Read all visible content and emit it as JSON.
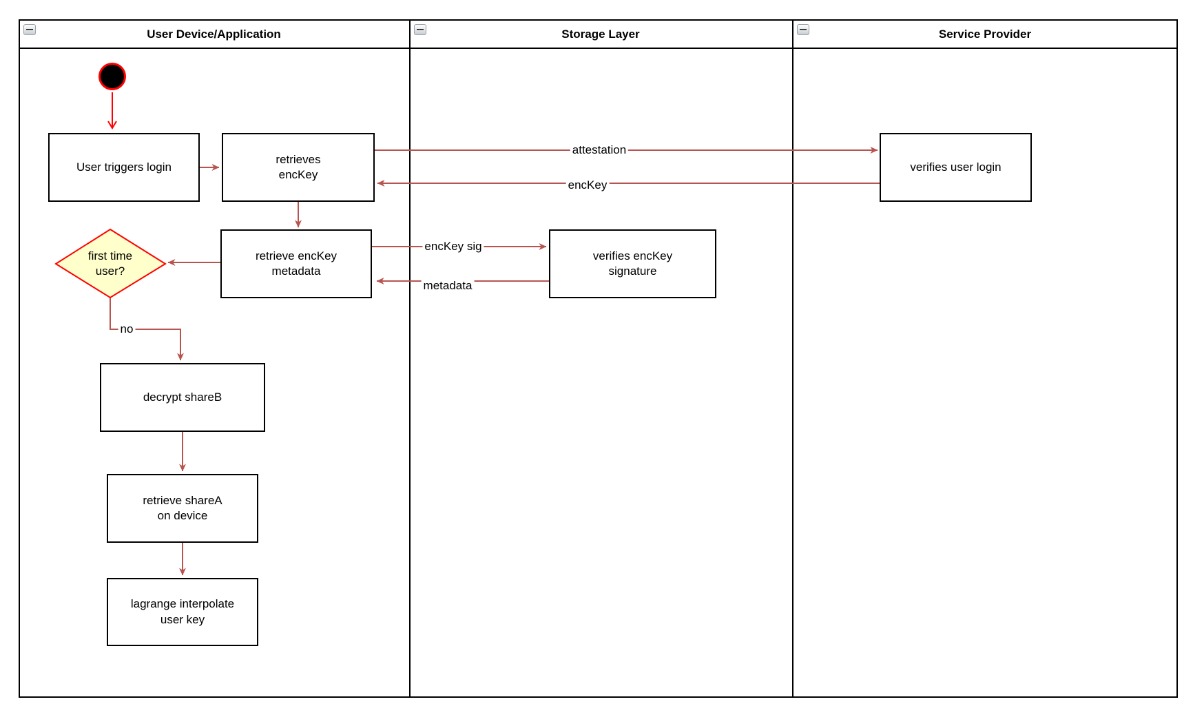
{
  "colors": {
    "edge": "#b85450",
    "start_accent": "#ff0000",
    "diamond_fill": "#ffffcc",
    "diamond_border": "#ff0000",
    "shape_border": "#000000",
    "shape_fill": "#ffffff"
  },
  "lanes": [
    {
      "title": "User Device/Application"
    },
    {
      "title": "Storage Layer"
    },
    {
      "title": "Service Provider"
    }
  ],
  "nodes": {
    "user_triggers_login": {
      "label": "User triggers login"
    },
    "retrieves_enckey": {
      "label": "retrieves\nencKey"
    },
    "verifies_user_login": {
      "label": "verifies user login"
    },
    "retrieve_enckey_metadata": {
      "label": "retrieve encKey\nmetadata"
    },
    "first_time_user": {
      "label": "first time\nuser?"
    },
    "verifies_enckey_signature": {
      "label": "verifies encKey\nsignature"
    },
    "decrypt_shareb": {
      "label": "decrypt shareB"
    },
    "retrieve_sharea": {
      "label": "retrieve shareA\non device"
    },
    "lagrange_interpolate": {
      "label": "lagrange interpolate\nuser key"
    }
  },
  "edge_labels": {
    "attestation": "attestation",
    "enckey": "encKey",
    "enckey_sig": "encKey sig",
    "metadata": "metadata",
    "no": "no"
  }
}
